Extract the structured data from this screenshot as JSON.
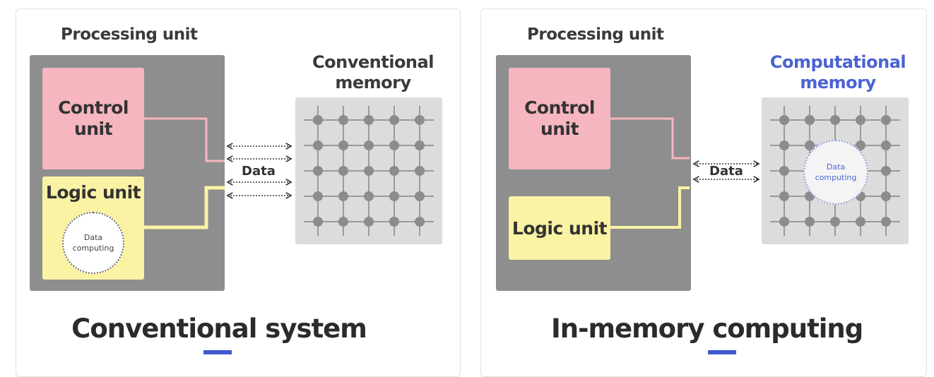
{
  "conventional": {
    "processing_unit_label": "Processing unit",
    "control_unit_label": "Control unit",
    "logic_unit_label": "Logic unit",
    "data_computing_label": "Data computing",
    "memory_label": "Conventional memory",
    "data_label": "Data",
    "system_title": "Conventional system"
  },
  "in_memory": {
    "processing_unit_label": "Processing unit",
    "control_unit_label": "Control unit",
    "logic_unit_label": "Logic unit",
    "data_computing_label": "Data computing",
    "memory_label": "Computational memory",
    "data_label": "Data",
    "system_title": "In-memory computing"
  },
  "colors": {
    "processing_unit": "#8e8e8e",
    "control_unit": "#f6b6bf",
    "logic_unit": "#fbf3a4",
    "memory_array": "#dcdcdc",
    "accent": "#3f59d0"
  }
}
